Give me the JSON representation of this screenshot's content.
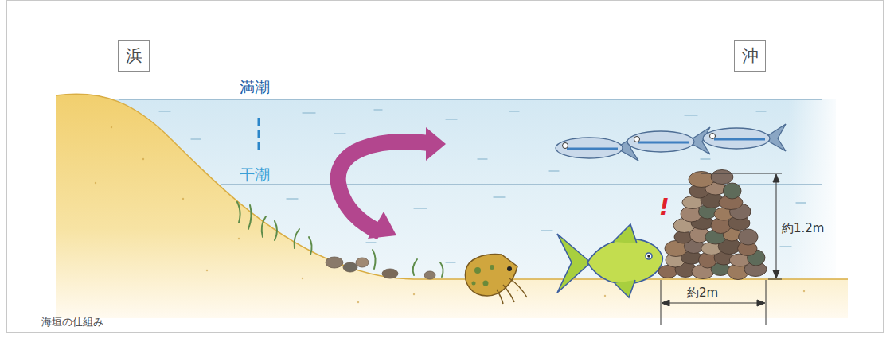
{
  "diagram": {
    "caption": "海垣の仕組み",
    "nodes": [
      {
        "text": [
          "浜"
        ]
      },
      {
        "text": [
          "沖"
        ]
      }
    ],
    "labels": [
      "満潮",
      "干潮",
      "!",
      "約1.2m",
      "約2m"
    ]
  }
}
